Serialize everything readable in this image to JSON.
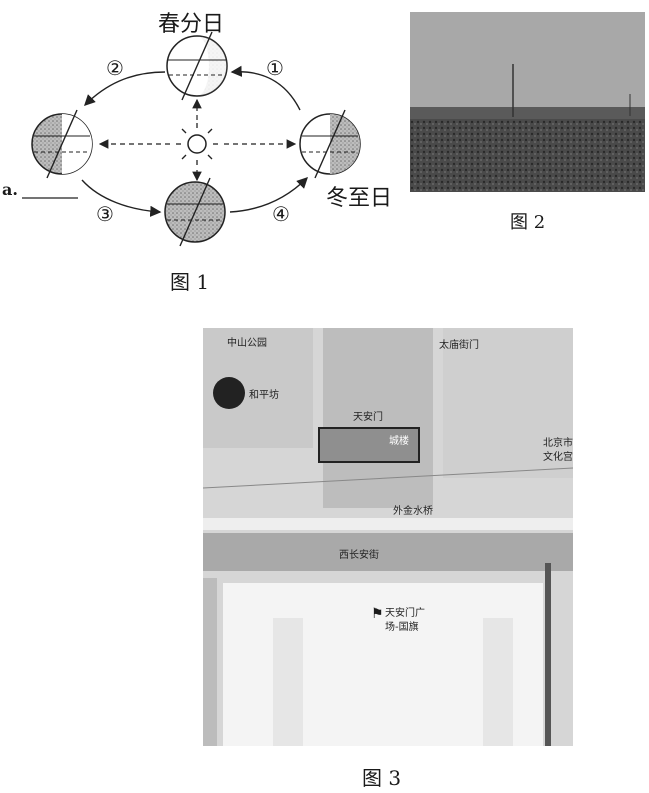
{
  "fig1": {
    "caption": "图 1",
    "spring_equinox": "春分日",
    "winter_solstice": "冬至日",
    "blank_label": "a.",
    "arrows": {
      "one": "①",
      "two": "②",
      "three": "③",
      "four": "④"
    }
  },
  "fig2": {
    "caption": "图 2"
  },
  "fig3": {
    "caption": "图 3",
    "places": {
      "zhongshan_park": "中山公园",
      "heping": "和平坊",
      "taimiao": "太庙街门",
      "tiananmen": "天安门",
      "chenglou": "城楼",
      "culture_palace": "北京市",
      "culture_palace2": "文化宫",
      "jinshui": "外金水桥",
      "changan": "西长安街",
      "square": "天安门广",
      "square2": "场-国旗"
    }
  }
}
